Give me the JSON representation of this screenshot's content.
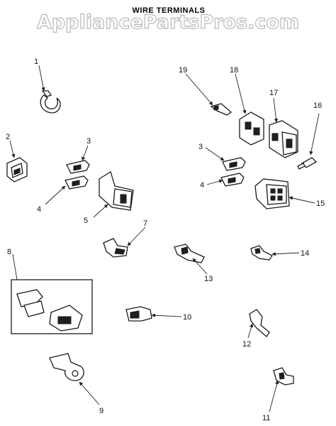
{
  "title": "WIRE TERMINALS",
  "watermark": "AppliancePartsPros.com",
  "labels": [
    "1",
    "2",
    "3",
    "4",
    "5",
    "7",
    "8",
    "9",
    "10",
    "11",
    "12",
    "13",
    "14",
    "15",
    "16",
    "17",
    "18",
    "19",
    "3",
    "4"
  ],
  "colors": {
    "ink": "#1a1a1a",
    "watermark_stroke": "#b9b9b9",
    "background": "#ffffff"
  }
}
